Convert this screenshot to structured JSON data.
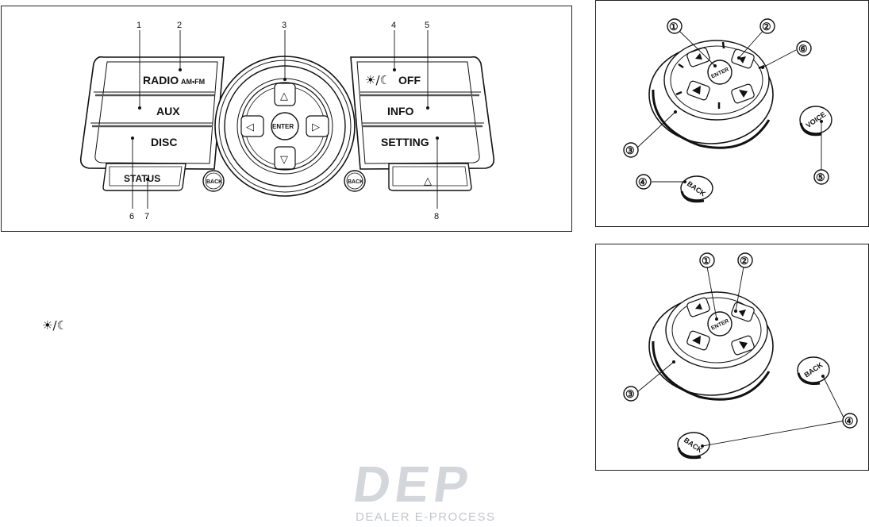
{
  "main_panel": {
    "buttons": {
      "radio": "RADIO",
      "am_fm": "AM•FM",
      "aux": "AUX",
      "disc": "DISC",
      "status": "STATUS",
      "off": "OFF",
      "info": "INFO",
      "setting": "SETTING",
      "enter": "ENTER",
      "back": "BACK",
      "arrow_up": "△",
      "arrow_down": "▽",
      "arrow_left": "◁",
      "arrow_right": "▷",
      "warning": "△",
      "daynight": "☀/☾"
    },
    "callouts": [
      "1",
      "2",
      "3",
      "4",
      "5",
      "6",
      "7",
      "8"
    ]
  },
  "steering_panel_top": {
    "buttons": {
      "enter": "ENTER",
      "voice": "VOICE",
      "back": "BACK"
    },
    "callouts": [
      "①",
      "②",
      "③",
      "④",
      "⑤",
      "⑥"
    ]
  },
  "steering_panel_bottom": {
    "buttons": {
      "enter": "ENTER",
      "back_upper": "BACK",
      "back_lower": "BACK"
    },
    "callouts": [
      "①",
      "②",
      "③",
      "④"
    ]
  },
  "body_glyph": "☀/☾",
  "watermark": {
    "logo": "DEP",
    "subtitle": "DEALER E-PROCESS"
  }
}
